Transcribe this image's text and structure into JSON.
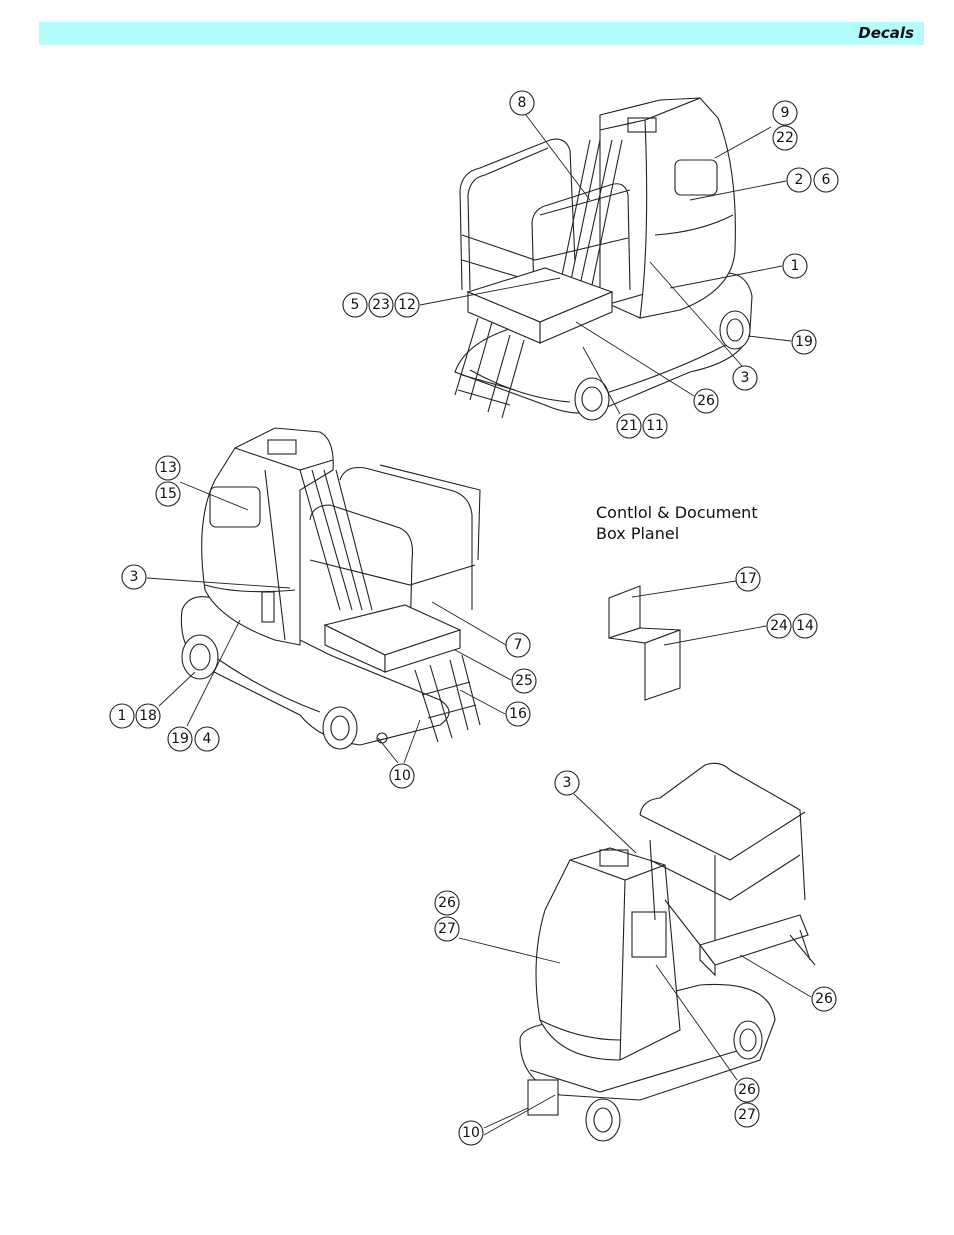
{
  "header": {
    "title": "Decals"
  },
  "note": {
    "line1": "Contlol & Document",
    "line2": "Box Planel"
  },
  "callouts": {
    "c8": "8",
    "c9": "9",
    "c22": "22",
    "c2": "2",
    "c6": "6",
    "c1a": "1",
    "c5": "5",
    "c23": "23",
    "c12": "12",
    "c19a": "19",
    "c3a": "3",
    "c26a": "26",
    "c21": "21",
    "c11": "11",
    "c13": "13",
    "c15": "15",
    "c3b": "3",
    "c7": "7",
    "c25": "25",
    "c16": "16",
    "c1b": "1",
    "c18": "18",
    "c19b": "19",
    "c4": "4",
    "c10a": "10",
    "c17": "17",
    "c24": "24",
    "c14": "14",
    "c3c": "3",
    "c26b": "26",
    "c27a": "27",
    "c26c": "26",
    "c26d": "26",
    "c27b": "27",
    "c10b": "10"
  }
}
